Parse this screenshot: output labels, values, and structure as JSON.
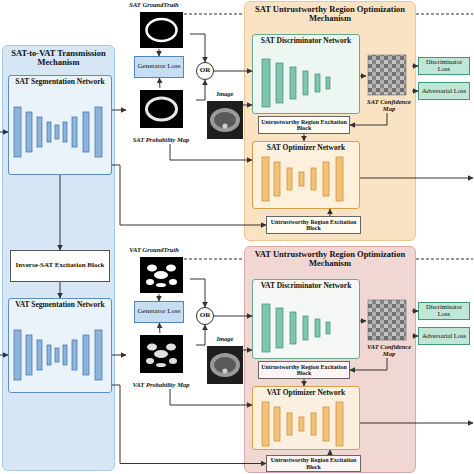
{
  "diagram": {
    "nodes": [
      {
        "text": [
          "SAT-to-VAT Transmission Mechanism"
        ]
      },
      {
        "text": [
          "SAT Segmentation Network"
        ],
        "in": 0
      },
      {
        "text": [
          "Inverse-SAT Excitation Block"
        ],
        "in": 0
      },
      {
        "text": [
          "VAT Segmentation Network"
        ],
        "in": 0
      },
      {
        "text": [
          "SAT GroundTruth"
        ]
      },
      {
        "text": [
          "Generator Loss"
        ]
      },
      {
        "text": [
          "OR"
        ]
      },
      {
        "text": [
          "SAT Probability Map"
        ]
      },
      {
        "text": [
          "Image"
        ]
      },
      {
        "text": [
          "SAT Untrustworthy Region Optimization Mechanism"
        ]
      },
      {
        "text": [
          "SAT Discriminator Network"
        ],
        "in": 9
      },
      {
        "text": [
          "SAT Confidence Map"
        ],
        "in": 9
      },
      {
        "text": [
          "Untrustworthy Region Excitation Block"
        ],
        "in": 9
      },
      {
        "text": [
          "SAT Optimizer Network"
        ],
        "in": 9
      },
      {
        "text": [
          "Untrustworthy Region Excitation Block"
        ],
        "in": 9
      },
      {
        "text": [
          "Discriminator Loss"
        ]
      },
      {
        "text": [
          "Adversarial Loss"
        ]
      },
      {
        "text": [
          "VAT GroundTruth"
        ]
      },
      {
        "text": [
          "Generator Loss"
        ]
      },
      {
        "text": [
          "OR"
        ]
      },
      {
        "text": [
          "VAT Probability Map"
        ]
      },
      {
        "text": [
          "Image"
        ]
      },
      {
        "text": [
          "VAT Untrustworthy Region Optimization Mechanism"
        ]
      },
      {
        "text": [
          "VAT Discriminator Network"
        ],
        "in": 22
      },
      {
        "text": [
          "VAT Confidence Map"
        ],
        "in": 22
      },
      {
        "text": [
          "Untrustworthy Region Excitation Block"
        ],
        "in": 22
      },
      {
        "text": [
          "VAT Optimizer Network"
        ],
        "in": 22
      },
      {
        "text": [
          "Untrustworthy Region Excitation Block"
        ],
        "in": 22
      },
      {
        "text": [
          "Discriminator Loss"
        ]
      },
      {
        "text": [
          "Adversarial Loss"
        ]
      }
    ],
    "edges": [
      {
        "from": 4,
        "to": 6,
        "arrow": "to"
      },
      {
        "from": 4,
        "to": 5,
        "arrow": "to"
      },
      {
        "from": 7,
        "to": 5,
        "arrow": "to"
      },
      {
        "from": 7,
        "to": 6,
        "arrow": "to"
      },
      {
        "from": 6,
        "to": 10,
        "arrow": "to"
      },
      {
        "from": 8,
        "to": 10,
        "arrow": "to"
      },
      {
        "from": 1,
        "to": 7,
        "arrow": "to"
      },
      {
        "from": 10,
        "to": 11,
        "arrow": "to"
      },
      {
        "from": 11,
        "to": 15,
        "arrow": "to"
      },
      {
        "from": 11,
        "to": 16,
        "arrow": "to"
      },
      {
        "from": 11,
        "to": 12,
        "arrow": "to"
      },
      {
        "from": 12,
        "to": 13,
        "arrow": "to"
      },
      {
        "from": 7,
        "to": 13,
        "arrow": "to"
      },
      {
        "from": 1,
        "to": 14,
        "arrow": "to"
      },
      {
        "from": 14,
        "to": 13,
        "arrow": "to"
      },
      {
        "from": 1,
        "to": 2,
        "arrow": "to"
      },
      {
        "from": 2,
        "to": 3,
        "arrow": "to"
      },
      {
        "from": 17,
        "to": 19,
        "arrow": "to"
      },
      {
        "from": 17,
        "to": 18,
        "arrow": "to"
      },
      {
        "from": 20,
        "to": 18,
        "arrow": "to"
      },
      {
        "from": 20,
        "to": 19,
        "arrow": "to"
      },
      {
        "from": 19,
        "to": 23,
        "arrow": "to"
      },
      {
        "from": 21,
        "to": 23,
        "arrow": "to"
      },
      {
        "from": 3,
        "to": 20,
        "arrow": "to"
      },
      {
        "from": 23,
        "to": 24,
        "arrow": "to"
      },
      {
        "from": 24,
        "to": 28,
        "arrow": "to"
      },
      {
        "from": 24,
        "to": 29,
        "arrow": "to"
      },
      {
        "from": 24,
        "to": 25,
        "arrow": "to"
      },
      {
        "from": 25,
        "to": 26,
        "arrow": "to"
      },
      {
        "from": 20,
        "to": 26,
        "arrow": "to"
      },
      {
        "from": 3,
        "to": 27,
        "arrow": "to"
      },
      {
        "from": 27,
        "to": 26,
        "arrow": "to"
      }
    ]
  }
}
